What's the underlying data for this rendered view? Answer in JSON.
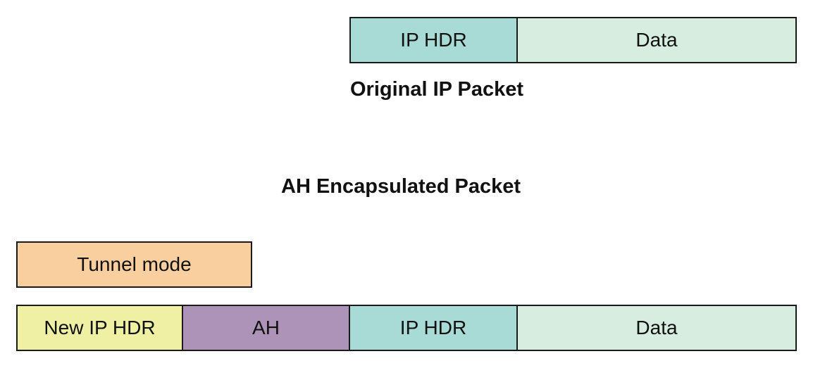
{
  "original_packet": {
    "title": "Original IP Packet",
    "segments": [
      {
        "label": "IP HDR",
        "color": "#a8dbd6"
      },
      {
        "label": "Data",
        "color": "#d6ede0"
      }
    ]
  },
  "encapsulated_packet": {
    "title": "AH Encapsulated Packet",
    "mode_label": "Tunnel mode",
    "mode_color": "#f9cfa0",
    "segments": [
      {
        "label": "New IP HDR",
        "color": "#eff0a4"
      },
      {
        "label": "AH",
        "color": "#ad93b7"
      },
      {
        "label": "IP HDR",
        "color": "#a8dbd6"
      },
      {
        "label": "Data",
        "color": "#d6ede0"
      }
    ]
  }
}
